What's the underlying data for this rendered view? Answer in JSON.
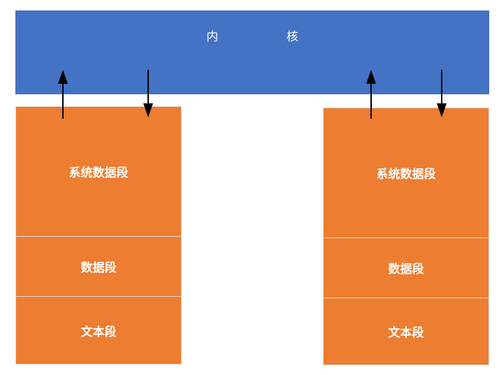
{
  "kernel": {
    "title_chars": [
      "内",
      "核"
    ],
    "color": "#4472c4",
    "text_color": "#ffffff"
  },
  "stacks": [
    {
      "segments": [
        {
          "label": "系统数据段"
        },
        {
          "label": "数据段"
        },
        {
          "label": "文本段"
        }
      ]
    },
    {
      "segments": [
        {
          "label": "系统数据段"
        },
        {
          "label": "数据段"
        },
        {
          "label": "文本段"
        }
      ]
    }
  ],
  "colors": {
    "segment_fill": "#ed7d31",
    "segment_text": "#ffffff",
    "arrow": "#000000"
  },
  "arrows": [
    {
      "direction": "up"
    },
    {
      "direction": "down"
    },
    {
      "direction": "up"
    },
    {
      "direction": "down"
    }
  ]
}
